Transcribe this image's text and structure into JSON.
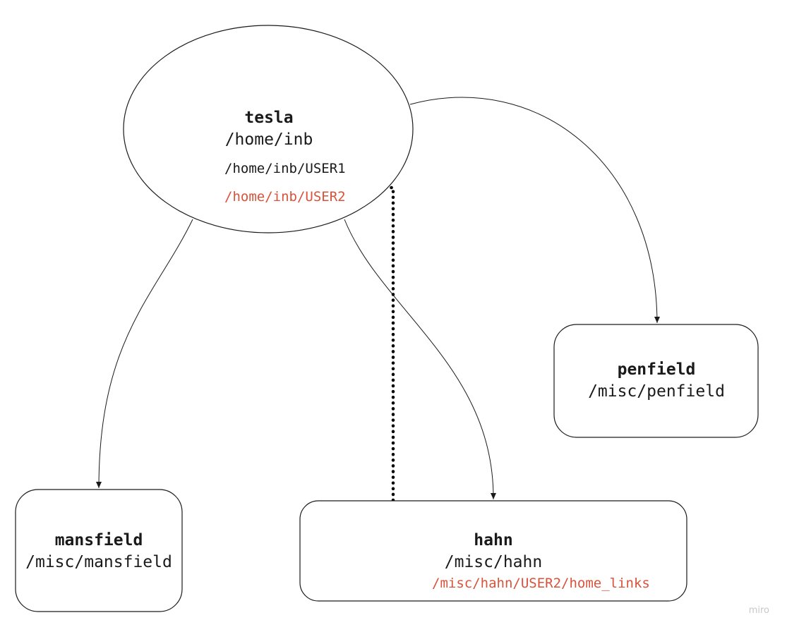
{
  "colors": {
    "stroke": "#1a1a1a",
    "text": "#1a1a1a",
    "accent": "#d9523a",
    "watermark": "#c8c8c8"
  },
  "nodes": {
    "tesla": {
      "title": "tesla",
      "path": "/home/inb",
      "user1": "/home/inb/USER1",
      "user2": "/home/inb/USER2"
    },
    "penfield": {
      "title": "penfield",
      "path": "/misc/penfield"
    },
    "mansfield": {
      "title": "mansfield",
      "path": "/misc/mansfield"
    },
    "hahn": {
      "title": "hahn",
      "path": "/misc/hahn",
      "link": "/misc/hahn/USER2/home_links"
    }
  },
  "watermark": "miro"
}
